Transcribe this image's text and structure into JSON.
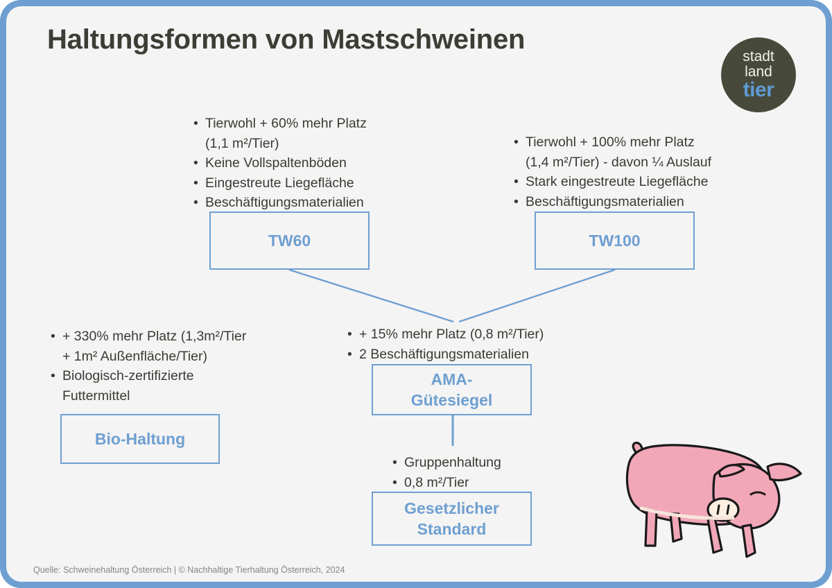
{
  "page": {
    "title": "Haltungsformen von Mastschweinen",
    "footer": "Quelle: Schweinehaltung Österreich | © Nachhaltige Tierhaltung Österreich, 2024",
    "frame_color": "#6e9fd1",
    "background_color": "#f4f4f4",
    "text_color": "#3a3a33",
    "accent_color": "#6e9fd1"
  },
  "logo": {
    "line1": "stadt",
    "line2": "land",
    "line3": "tier",
    "circle_color": "#474a3a",
    "accent_color": "#5f9bd5"
  },
  "tw60": {
    "label": "TW60",
    "bullets": [
      {
        "text": "Tierwohl + 60% mehr Platz",
        "continuation": "(1,1 m²/Tier)"
      },
      {
        "text": "Keine Vollspaltenböden"
      },
      {
        "text": "Eingestreute Liegefläche"
      },
      {
        "text": "Beschäftigungsmaterialien"
      }
    ]
  },
  "tw100": {
    "label": "TW100",
    "bullets": [
      {
        "text": "Tierwohl + 100% mehr Platz",
        "continuation": "(1,4 m²/Tier) - davon ¼ Auslauf"
      },
      {
        "text": "Stark eingestreute Liegefläche"
      },
      {
        "text": "Beschäftigungsmaterialien"
      }
    ]
  },
  "bio": {
    "label": "Bio-Haltung",
    "bullets": [
      {
        "text": "+ 330% mehr Platz (1,3m²/Tier",
        "continuation": "+ 1m² Außenfläche/Tier)"
      },
      {
        "text": "Biologisch-zertifizierte",
        "continuation": "Futtermittel"
      }
    ]
  },
  "ama": {
    "label_line1": "AMA-",
    "label_line2": "Gütesiegel",
    "bullets": [
      {
        "text": "+ 15% mehr Platz (0,8 m²/Tier)"
      },
      {
        "text": "2 Beschäftigungsmaterialien"
      }
    ]
  },
  "standard": {
    "label_line1": "Gesetzlicher",
    "label_line2": "Standard",
    "bullets": [
      {
        "text": "Gruppenhaltung"
      },
      {
        "text": "0,8 m²/Tier"
      }
    ]
  },
  "illustration": {
    "name": "cartoon-pig",
    "body_color": "#f2a7b9",
    "outline_color": "#1a1a1a",
    "snout_color": "#fdeee2"
  }
}
